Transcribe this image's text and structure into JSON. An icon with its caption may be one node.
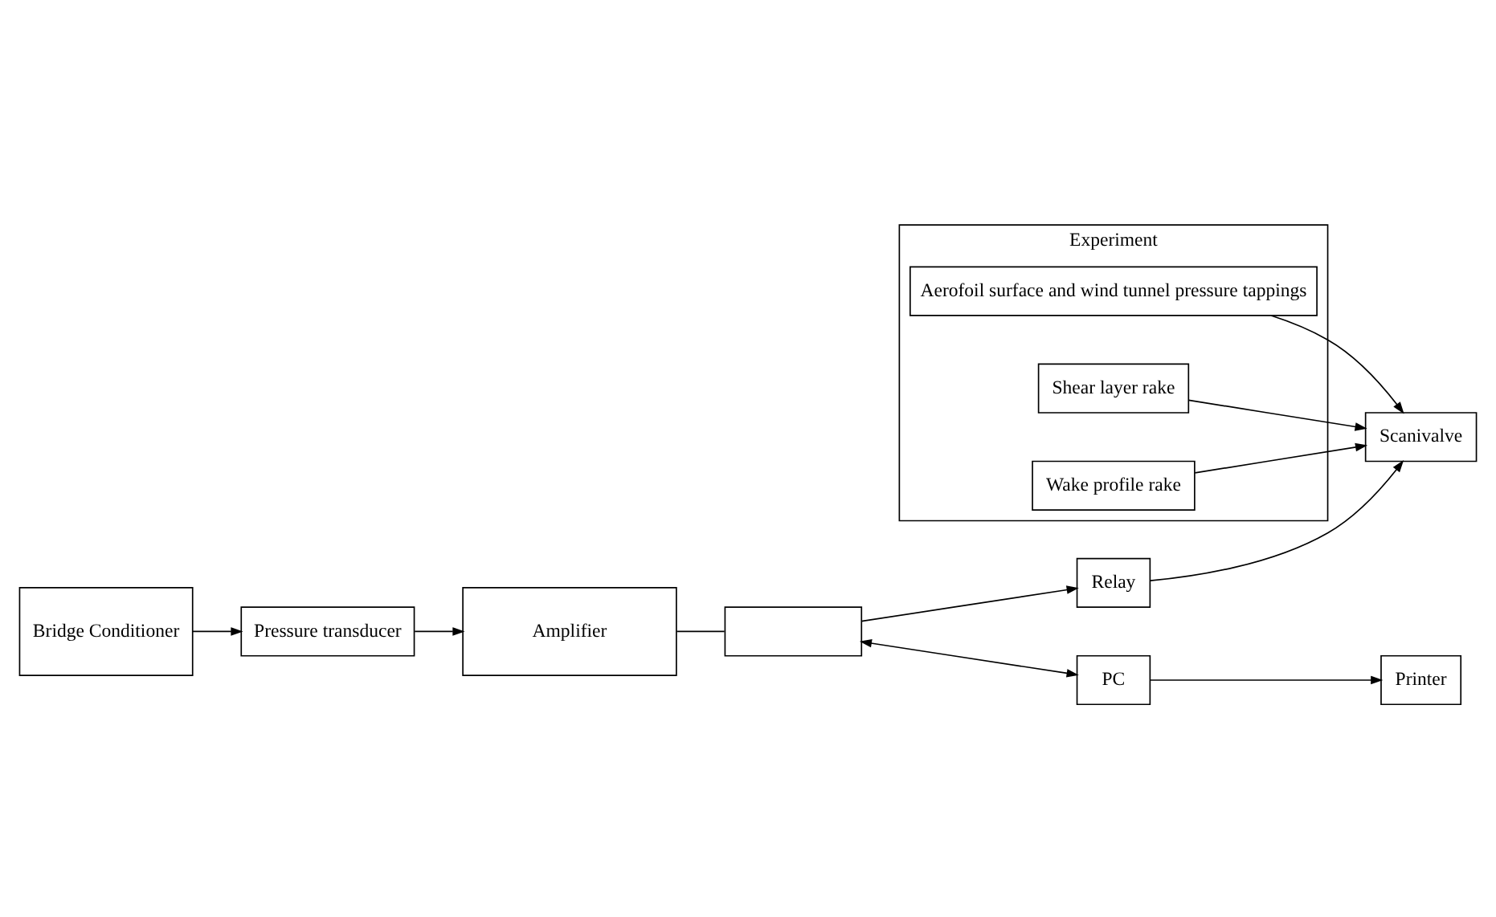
{
  "diagram": {
    "nodes": [
      {
        "text": [
          "Experiment"
        ]
      },
      {
        "text": [
          "Aerofoil surface and wind tunnel pressure tappings"
        ],
        "in": 0
      },
      {
        "text": [
          "Shear layer rake"
        ],
        "in": 0
      },
      {
        "text": [
          "Wake profile rake"
        ],
        "in": 0
      },
      {
        "text": [
          "Scanivalve"
        ]
      },
      {
        "text": [
          "Pressure transducer"
        ]
      },
      {
        "text": [
          "Bridge Conditioner"
        ]
      },
      {
        "text": [
          "Amplifier"
        ]
      },
      {
        "text": [
          "Relay"
        ]
      },
      {
        "text": [],
        "shape": "box"
      },
      {
        "text": [
          "PC"
        ]
      },
      {
        "text": [
          "Printer"
        ]
      }
    ],
    "edges": [
      {
        "from": 1,
        "to": 4,
        "arrow": "to"
      },
      {
        "from": 2,
        "to": 4,
        "arrow": "to"
      },
      {
        "from": 3,
        "to": 4,
        "arrow": "to"
      },
      {
        "from": 8,
        "to": 4,
        "arrow": "to"
      },
      {
        "from": 6,
        "to": 5,
        "arrow": "to"
      },
      {
        "from": 5,
        "to": 7,
        "arrow": "to"
      },
      {
        "from": 7,
        "to": 9,
        "arrow": "none"
      },
      {
        "from": 9,
        "to": 8,
        "arrow": "to"
      },
      {
        "from": 9,
        "to": 10,
        "arrow": "both"
      },
      {
        "from": 10,
        "to": 11,
        "arrow": "to"
      }
    ]
  }
}
